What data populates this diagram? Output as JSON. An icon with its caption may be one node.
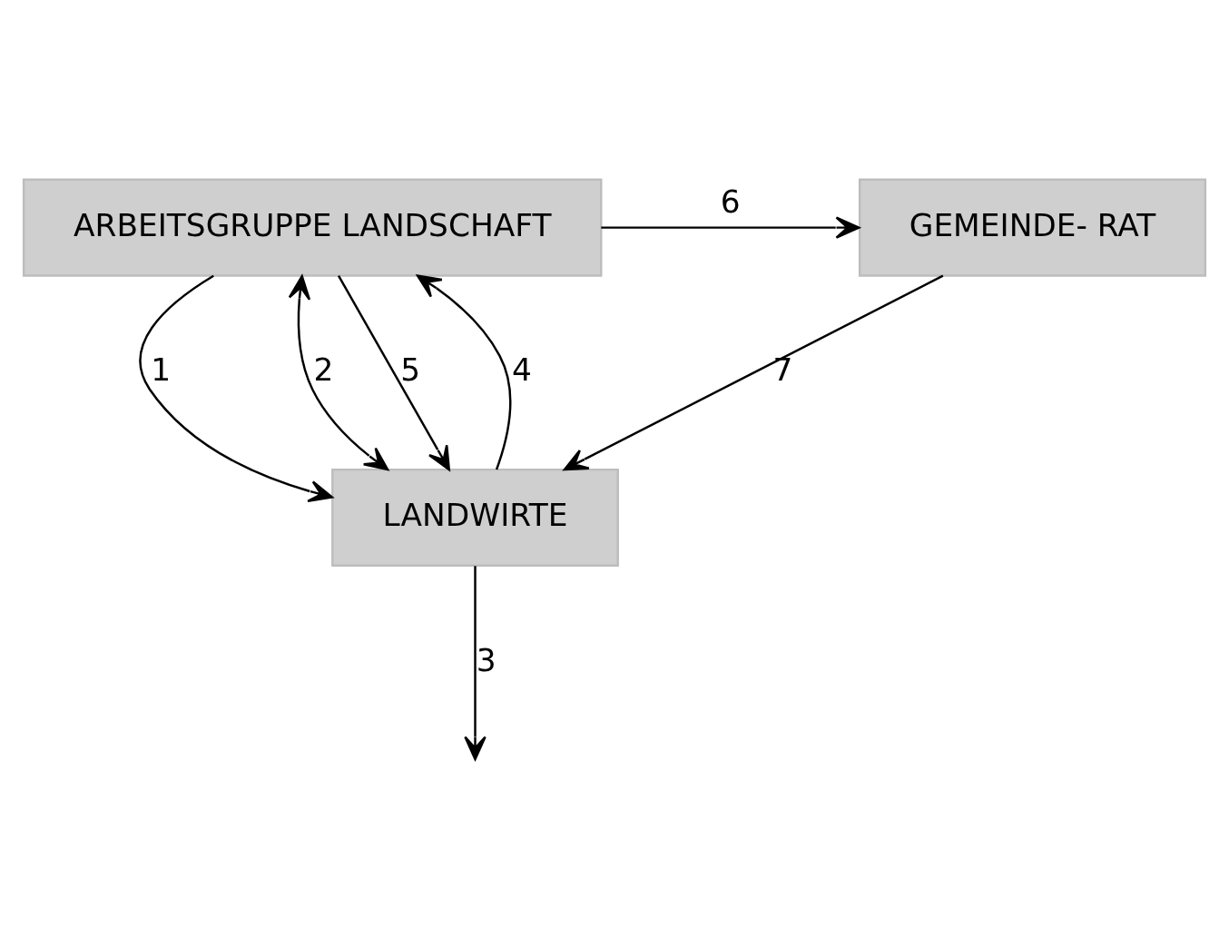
{
  "diagram": {
    "nodes": [
      {
        "text": [
          "ARBEITSGRUPPE LANDSCHAFT"
        ]
      },
      {
        "text": [
          "GEMEINDE- RAT"
        ]
      },
      {
        "text": [
          "LANDWIRTE"
        ]
      }
    ],
    "edges": [
      {
        "from": 0,
        "to": 2,
        "arrow": "to",
        "label": "1"
      },
      {
        "from": 0,
        "to": 2,
        "arrow": "both",
        "label": "2"
      },
      {
        "from": 2,
        "to": 0,
        "arrow": "to",
        "label": "4"
      },
      {
        "from": 0,
        "to": 2,
        "arrow": "to",
        "label": "5"
      },
      {
        "from": 0,
        "to": 1,
        "arrow": "to",
        "label": "6"
      },
      {
        "from": 1,
        "to": 2,
        "arrow": "to",
        "label": "7"
      },
      {
        "from": 2,
        "to": null,
        "arrow": "to",
        "label": "3"
      }
    ]
  }
}
